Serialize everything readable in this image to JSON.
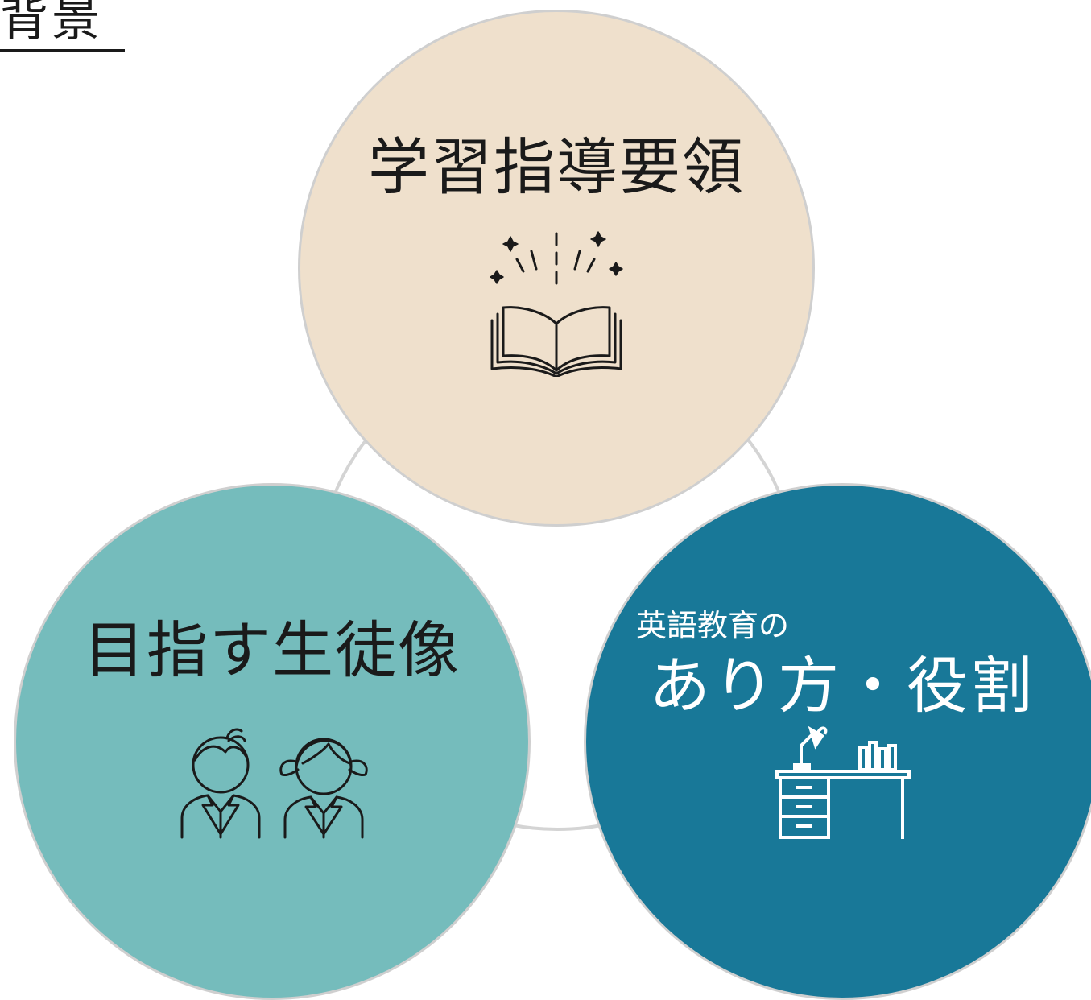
{
  "page": {
    "title": "背景"
  },
  "diagram": {
    "nodes": [
      {
        "id": "top",
        "label": "学習指導要領",
        "icon": "open-book-icon",
        "fill": "#efe0cc",
        "text_color": "#1a1a1a"
      },
      {
        "id": "left",
        "label": "目指す生徒像",
        "icon": "students-icon",
        "fill": "#75bcbc",
        "text_color": "#1a1a1a"
      },
      {
        "id": "right",
        "sublabel": "英語教育の",
        "label": "あり方・役割",
        "icon": "desk-icon",
        "fill": "#187898",
        "text_color": "#ffffff"
      }
    ],
    "connector_color": "#d4d4d4",
    "border_color": "#cfcfcf"
  }
}
